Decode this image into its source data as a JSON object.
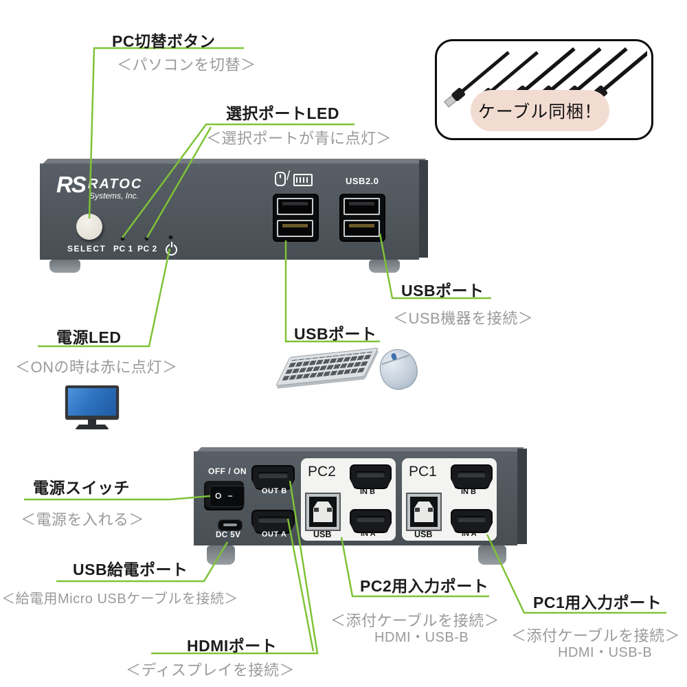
{
  "colors": {
    "leader_green": "#7ec337",
    "label_black": "#1c1c1c",
    "label_gray": "#9a9a9a",
    "device_gray": "#50575d",
    "panel_white": "#f3f4f2",
    "pill_pink": "#f2dcd1",
    "monitor_blue": "#2e73c0"
  },
  "annotations": {
    "pc_switch": {
      "title": "PC切替ボタン",
      "note": "＜パソコンを切替＞"
    },
    "select_led": {
      "title": "選択ポートLED",
      "note": "＜選択ポートが青に点灯＞"
    },
    "power_led": {
      "title": "電源LED",
      "note": "＜ONの時は赤に点灯＞"
    },
    "usb_front_left": {
      "title": "USBポート"
    },
    "usb_front_right": {
      "title": "USBポート",
      "note": "＜USB機器を接続＞"
    },
    "power_switch": {
      "title": "電源スイッチ",
      "note": "＜電源を入れる＞"
    },
    "usb_power": {
      "title": "USB給電ポート",
      "note": "＜給電用Micro USBケーブルを接続＞"
    },
    "hdmi_out": {
      "title": "HDMIポート",
      "note": "＜ディスプレイを接続＞"
    },
    "pc2_input": {
      "title": "PC2用入力ポート",
      "note": "＜添付ケーブルを接続＞",
      "note2": "HDMI・USB-B"
    },
    "pc1_input": {
      "title": "PC1用入力ポート",
      "note": "＜添付ケーブルを接続＞",
      "note2": "HDMI・USB-B"
    }
  },
  "cable_box": {
    "label": "ケーブル同梱！"
  },
  "front_panel": {
    "brand_mark": "RS",
    "brand": "RATOC",
    "brand_sub": "Systems, Inc.",
    "select_button": "SELECT",
    "led_pc1": "PC 1",
    "led_pc2": "PC 2",
    "usb_label": "USB2.0"
  },
  "rear_panel": {
    "power": "OFF / ON",
    "rocker": "O −",
    "dc": "DC 5V",
    "out_b": "OUT B",
    "out_a": "OUT A",
    "pc2": "PC2",
    "pc1": "PC1",
    "in_b": "IN B",
    "in_a": "IN A",
    "usb": "USB"
  }
}
